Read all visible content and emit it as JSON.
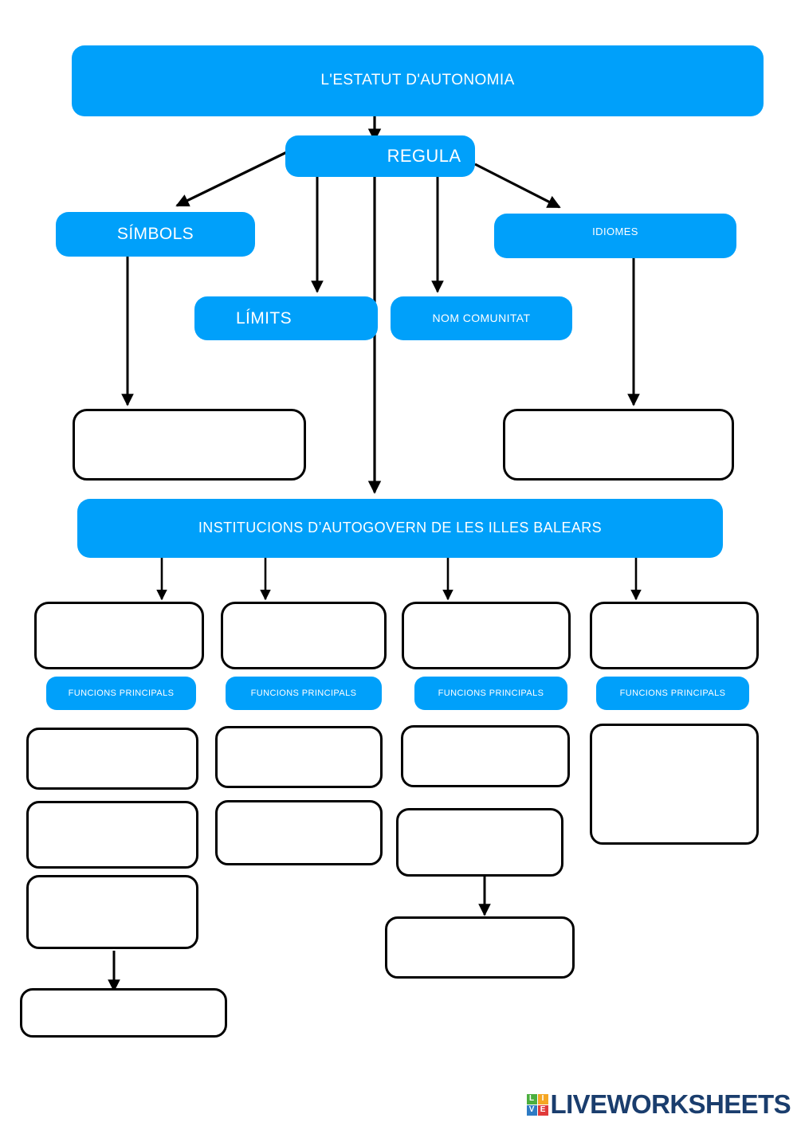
{
  "worksheet": {
    "title": "L'ESTATUT D'AUTONOMIA",
    "accent_color": "#00A0FA",
    "node_text_color": "#FFFFFF",
    "outline_color": "#000000",
    "background_color": "#FFFFFF"
  },
  "nodes": {
    "root": {
      "label": "L'ESTATUT D'AUTONOMIA"
    },
    "regula": {
      "label": "REGULA"
    },
    "simbols": {
      "label": "SÍMBOLS"
    },
    "limits": {
      "label": "LÍMITS"
    },
    "nom_comunitat": {
      "label": "NOM COMUNITAT"
    },
    "idiomes": {
      "label": "IDIOMES"
    },
    "institucions": {
      "label": "INSTITUCIONS D’AUTOGOVERN DE LES ILLES BALEARS"
    }
  },
  "functions_labels": [
    {
      "label": "FUNCIONS PRINCIPALS"
    },
    {
      "label": "FUNCIONS PRINCIPALS"
    },
    {
      "label": "FUNCIONS PRINCIPALS"
    },
    {
      "label": "FUNCIONS PRINCIPALS"
    }
  ],
  "answer_boxes": [
    {
      "id": "answer-simbols",
      "value": ""
    },
    {
      "id": "answer-idiomes",
      "value": ""
    },
    {
      "id": "answer-institucio-1",
      "value": ""
    },
    {
      "id": "answer-institucio-2",
      "value": ""
    },
    {
      "id": "answer-institucio-3",
      "value": ""
    },
    {
      "id": "answer-institucio-4",
      "value": ""
    },
    {
      "id": "answer-funcio-1-1",
      "value": ""
    },
    {
      "id": "answer-funcio-1-2",
      "value": ""
    },
    {
      "id": "answer-funcio-1-3",
      "value": ""
    },
    {
      "id": "answer-funcio-1-4",
      "value": ""
    },
    {
      "id": "answer-funcio-2-1",
      "value": ""
    },
    {
      "id": "answer-funcio-2-2",
      "value": ""
    },
    {
      "id": "answer-funcio-3-1",
      "value": ""
    },
    {
      "id": "answer-funcio-3-2",
      "value": ""
    },
    {
      "id": "answer-funcio-3-3",
      "value": ""
    },
    {
      "id": "answer-funcio-4-1",
      "value": ""
    }
  ],
  "footer": {
    "logo_tiles": [
      {
        "letter": "L",
        "color": "#4CAF3F"
      },
      {
        "letter": "I",
        "color": "#F5A623"
      },
      {
        "letter": "V",
        "color": "#2E7BC4"
      },
      {
        "letter": "E",
        "color": "#E03A3A"
      }
    ],
    "wordmark": "LIVEWORKSHEETS",
    "wordmark_color": "#1A3D6D"
  }
}
